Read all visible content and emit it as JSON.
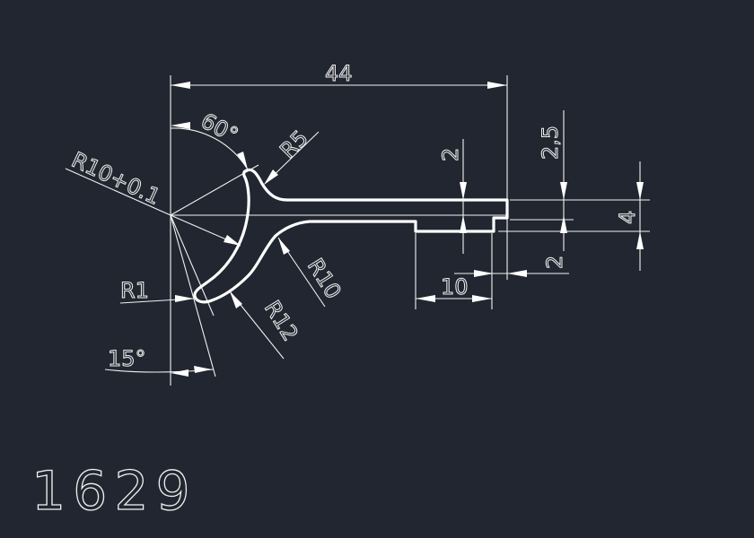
{
  "drawing": {
    "part_number": "1629",
    "dimensions": {
      "overall_length": "44",
      "angle_top": "60°",
      "fillet_r5": "R5",
      "arc_radius": "R10+0.1",
      "fillet_r1": "R1",
      "fillet_r10": "R10",
      "fillet_r12": "R12",
      "angle_bottom": "15°",
      "stem_height": "2",
      "offset_top": "2,5",
      "total_height": "4",
      "step_height": "2",
      "step_length": "10"
    },
    "colors": {
      "background": "#212630",
      "lines": "#ffffff"
    }
  }
}
